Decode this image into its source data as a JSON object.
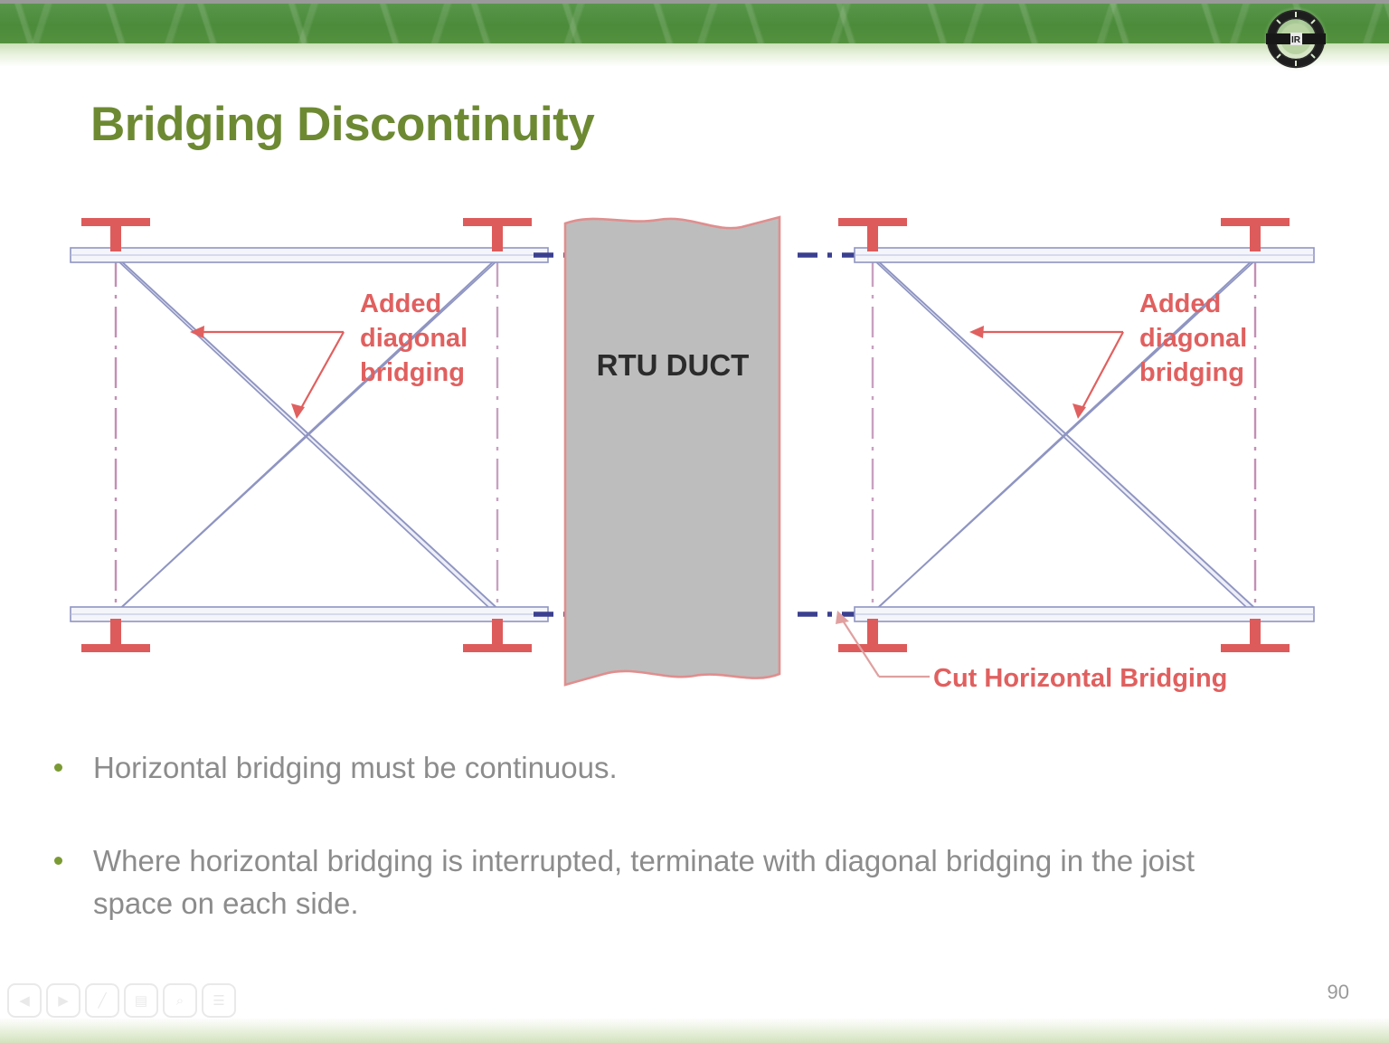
{
  "header": {
    "logo_name": "circular-seal-logo",
    "band_color": "#4f8f3e"
  },
  "title": "Bridging Discontinuity",
  "title_color": "#6d8a33",
  "diagram": {
    "name": "bridging-discontinuity-diagram",
    "duct_label": "RTU DUCT",
    "left_panel": {
      "annotation": "Added\ndiagonal\nbridging",
      "annotation_line1": "Added",
      "annotation_line2": "diagonal",
      "annotation_line3": "bridging"
    },
    "right_panel": {
      "annotation_line1": "Added",
      "annotation_line2": "diagonal",
      "annotation_line3": "bridging",
      "cut_label": "Cut Horizontal Bridging"
    },
    "colors": {
      "annotation_red": "#e0605f",
      "joist_red": "#de5b5b",
      "chord_blue": "#9096c4",
      "duct_fill": "#bdbdbd",
      "duct_stroke": "#e08e8e",
      "dashdot_navy": "#3b3f8f",
      "dashdot_pink": "#c48fb4"
    }
  },
  "bullets": [
    "Horizontal bridging must be continuous.",
    "Where horizontal bridging is interrupted, terminate with diagonal bridging in the joist space on each side."
  ],
  "footer": {
    "page_number": "90",
    "nav_icons": [
      "prev-icon",
      "play-icon",
      "pen-icon",
      "slide-icon",
      "zoom-icon",
      "menu-icon"
    ],
    "nav_glyphs": [
      "◀",
      "▶",
      "╱",
      "▤",
      "⌕",
      "☰"
    ]
  }
}
